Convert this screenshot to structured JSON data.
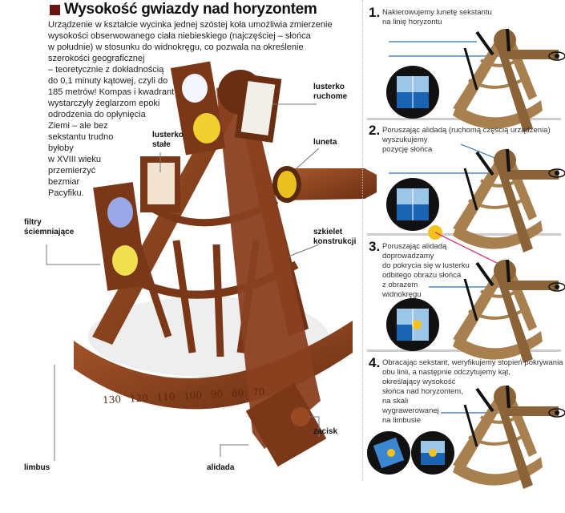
{
  "header": {
    "title": "Wysokość gwiazdy nad horyzontem"
  },
  "intro": {
    "lines": [
      "Urządzenie w kształcie wycinka jednej szóstej koła umożliwia zmierzenie",
      "wysokości obserwowanego ciała niebieskiego (najczęściej – słońca",
      "w południe) w stosunku do widnokręgu, co pozwala na określenie",
      "szerokości geograficznej",
      "– teoretycznie z dokładnością",
      "do 0,1 minuty kątowej, czyli do",
      "185 metrów! Kompas i kwadrant",
      "wystarczyły żeglarzom epoki",
      "odrodzenia do opłynięcia",
      "Ziemi – ale bez",
      "sekstantu trudno",
      "byłoby",
      "w XVIII wieku",
      "przemierzyć",
      "bezmiar",
      "Pacyfiku."
    ]
  },
  "labels": {
    "lusterko_ruchome": [
      "lusterko",
      "ruchome"
    ],
    "lusterko_stale": [
      "lusterko",
      "stałe"
    ],
    "luneta": "luneta",
    "filtry": [
      "filtry",
      "ściemniające"
    ],
    "szkielet": [
      "szkielet",
      "konstrukcji"
    ],
    "zacisk": "zacisk",
    "limbus": "limbus",
    "alidada": "alidada"
  },
  "scale": [
    "130",
    "120",
    "110",
    "100",
    "90",
    "80",
    "70"
  ],
  "steps": [
    {
      "num": "1.",
      "lines": [
        "Nakierowujemy lunetę sekstantu",
        "na linię horyzontu"
      ]
    },
    {
      "num": "2.",
      "lines": [
        "Poruszając alidadą (ruchomą częścią urządzenia)",
        "wyszukujemy",
        "pozycję słońca"
      ]
    },
    {
      "num": "3.",
      "lines": [
        "Poruszając alidadą",
        "doprowadzamy",
        "do pokrycia się w lusterku",
        "odbitego obrazu słońca",
        "z obrazem",
        "widnokręgu"
      ]
    },
    {
      "num": "4.",
      "lines": [
        "Obracając sekstant, weryfikujemy stopień pokrywania się",
        "obu linii, a następnie odczytujemy kąt,",
        "określający wysokość",
        "słońca nad horyzontem,",
        "na skali",
        "wygrawerowanej",
        "na limbusie"
      ]
    }
  ],
  "colors": {
    "brand": "#6b1414",
    "bronze": "#8a4020",
    "tan": "#a8804f",
    "ray_blue": "#2a6fb0",
    "ray_red": "#d0205a"
  }
}
